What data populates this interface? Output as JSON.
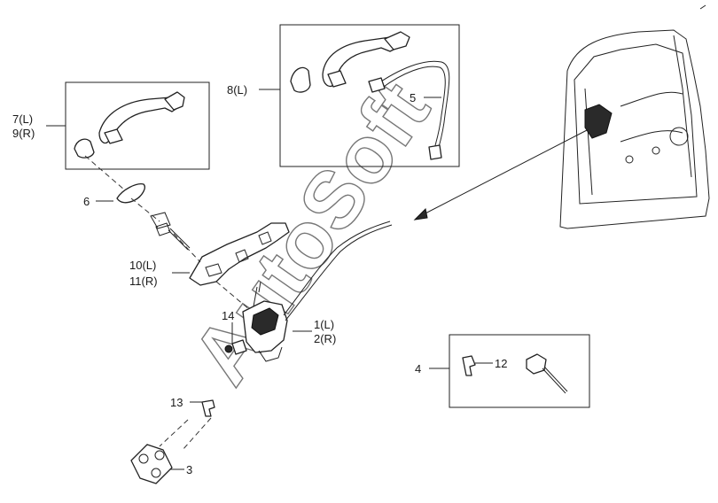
{
  "watermark": "AutoSoft",
  "callouts": {
    "c1": "1(L)",
    "c2": "2(R)",
    "c3": "3",
    "c4": "4",
    "c5": "5",
    "c6": "6",
    "c7": "7(L)",
    "c8": "8(L)",
    "c9": "9(R)",
    "c10": "10(L)",
    "c11": "11(R)",
    "c12": "12",
    "c13": "13",
    "c14": "14"
  }
}
